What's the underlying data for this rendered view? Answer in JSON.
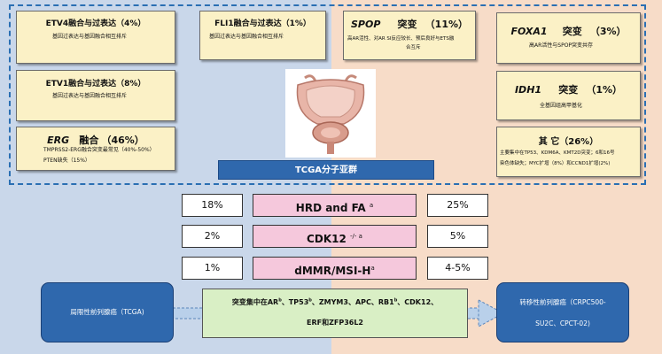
{
  "boxes": {
    "etv4": {
      "title": "ETV4融合与过表达（4%）",
      "sub": "基因过表达与基因融合相互排斥"
    },
    "fli1": {
      "title": "FLI1融合与过表达（1%）",
      "sub": "基因过表达与基因融合相互排斥"
    },
    "spop": {
      "gene": "SPOP",
      "word": "突变",
      "pct": "（11%）",
      "sub1": "高AR活性、对AR SI反应较长、预后良好与ETS融",
      "sub2": "合互斥"
    },
    "foxa1": {
      "gene": "FOXA1",
      "word": "突变",
      "pct": "（3%）",
      "sub": "高AR活性与SPOP突变共存"
    },
    "etv1": {
      "title": "ETV1融合与过表达（8%）",
      "sub": "基因过表达与基因融合相互排斥"
    },
    "idh1": {
      "gene": "IDH1",
      "word": "突变",
      "pct": "（1%）",
      "sub": "全基因组高甲基化"
    },
    "erg": {
      "gene": "ERG",
      "word": "融合",
      "pct": "（46%）",
      "sub1": "TMPRSS2-ERG融合突变最常见（40%-50%）",
      "sub2": "PTEN缺失（15%）"
    },
    "other": {
      "title": "其 它（26%）",
      "sub1": "主要集中在TP53、KDM6A、KMT2D突变；6和16号",
      "sub2": "染色体缺失；MYC扩增（8%）和CCND1扩增(2%)"
    }
  },
  "tcga_label": "TCGA分子亚群",
  "rows": [
    {
      "left": "18%",
      "mid": "HRD and FA",
      "sup": "a",
      "right": "25%"
    },
    {
      "left": "2%",
      "mid": "CDK12",
      "sup": "-/- a",
      "right": "5%"
    },
    {
      "left": "1%",
      "mid": "dMMR/MSI-H",
      "sup": "a",
      "right": "4-5%"
    }
  ],
  "localized": "局限性前列腺癌（TCGA)",
  "metastatic1": "转移性前列腺癌（CRPC500-",
  "metastatic2": "SU2C、CPCT-02)",
  "mutations": {
    "line1_pre": "突变集中在AR",
    "sup_b": "b",
    "line1_tp53": "、TP53",
    "line1_rest": "、ZMYM3、APC、RB1",
    "line1_end": "、CDK12、",
    "line2": "ERF和ZFP36L2"
  },
  "colors": {
    "left_bg": "#c9d7ea",
    "right_bg": "#f7dcc8",
    "box": "#fbf1c6",
    "blue": "#2f68ad",
    "pink": "#f5c8dc",
    "green": "#d9efc5"
  }
}
